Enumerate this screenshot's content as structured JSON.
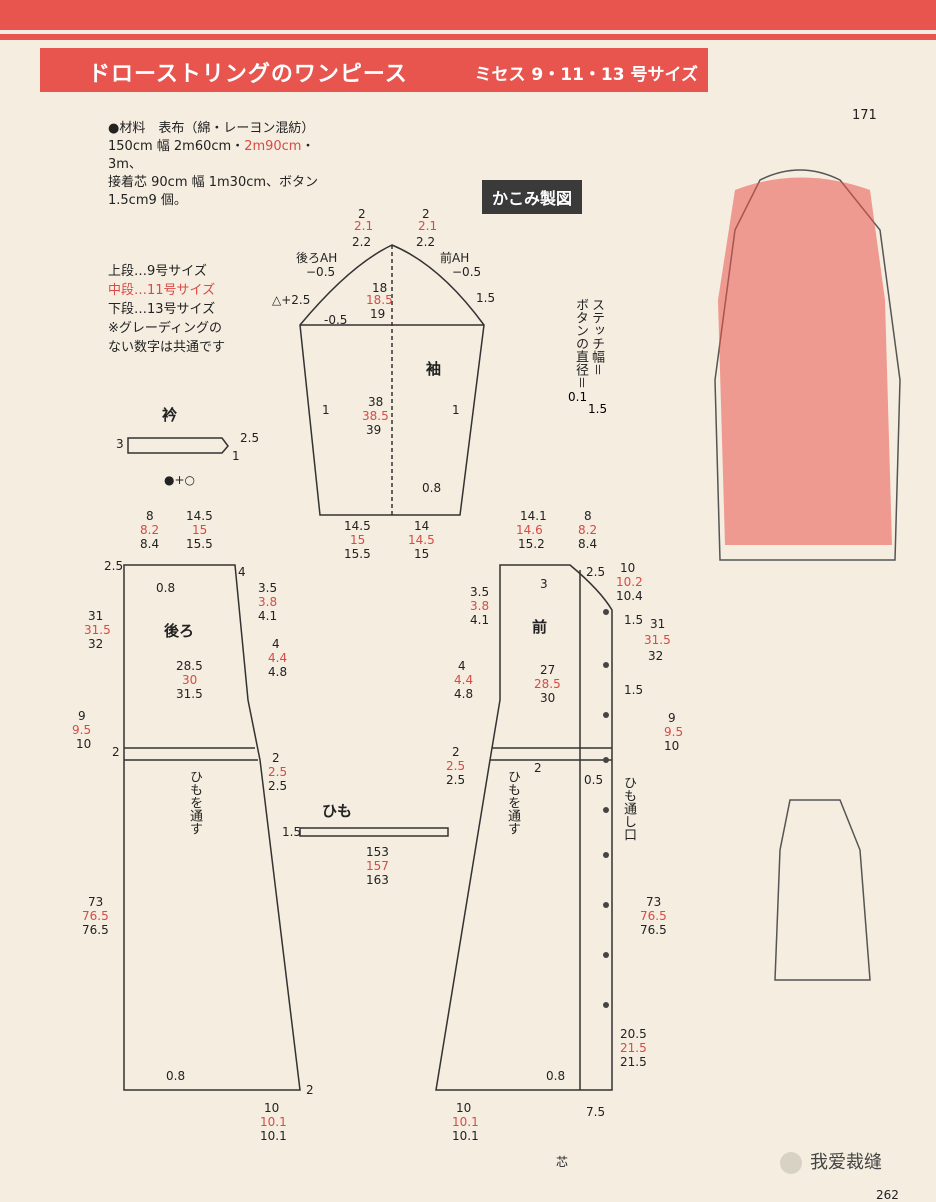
{
  "header": {
    "title": "ドローストリングのワンピース",
    "sizes": "ミセス 9・11・13 号サイズ"
  },
  "page_number": "171",
  "footer_page": "262",
  "materials": {
    "line1": "●材料　表布（綿・レーヨン混紡）",
    "line2a": "150cm 幅 2m60cm・",
    "line2b": "2m90cm",
    "line2c": "・3m、",
    "line3": "接着芯 90cm 幅 1m30cm、ボタン",
    "line4": "1.5cm9 個。"
  },
  "legend": {
    "l1": "上段…9号サイズ",
    "l2": "中段…11号サイズ",
    "l3": "下段…13号サイズ",
    "l4": "※グレーディングの",
    "l5": "ない数字は共通です"
  },
  "section_label": "かこみ製図",
  "button_note": {
    "col1": "ボタンの直径＝",
    "col2": "ステッチ幅＝",
    "v1": "0.1",
    "v2": "1.5"
  },
  "pieces": {
    "sleeve": "袖",
    "collar": "衿",
    "back": "後ろ",
    "front": "前",
    "string": "ひも",
    "through_back": "ひもを通す",
    "through_front": "ひもを通す",
    "opening": "ひも通し口",
    "interfacing": "芯",
    "back_ah": "後ろAH",
    "front_ah": "前AH"
  },
  "measures": {
    "sl_top_a": "2",
    "sl_top_b": "2.1",
    "sl_top_c": "2.2",
    "m05": "−0.5",
    "m025": "△+2.5",
    "m15": "1.5",
    "m05b": "-0.5",
    "sl_h1": "18",
    "sl_h2": "18.5",
    "sl_h3": "19",
    "sl_l1": "38",
    "sl_l2": "38.5",
    "sl_l3": "39",
    "one": "1",
    "o08": "0.8",
    "sl_bw1": "14.5",
    "sl_bw2": "15",
    "sl_bw3": "15.5",
    "sl_bf1": "14",
    "sl_bf2": "14.5",
    "sl_bf3": "15",
    "c3": "3",
    "c25": "2.5",
    "c1": "1",
    "csym": "●+○",
    "b8": "8",
    "b82": "8.2",
    "b84": "8.4",
    "b145": "14.5",
    "b15": "15",
    "b155": "15.5",
    "b25": "2.5",
    "b4": "4",
    "b08": "0.8",
    "b31": "31",
    "b315": "31.5",
    "b32": "32",
    "b35": "3.5",
    "b38": "3.8",
    "b41": "4.1",
    "b44": "4.4",
    "b48": "4.8",
    "b285": "28.5",
    "b30": "30",
    "b315w": "31.5",
    "b9": "9",
    "b95": "9.5",
    "b10": "10",
    "b2": "2",
    "b73": "73",
    "b765": "76.5",
    "b765b": "76.5",
    "b101": "10.1",
    "b101b": "10.1",
    "f141": "14.1",
    "f146": "14.6",
    "f152": "15.2",
    "f102": "10.2",
    "f104": "10.4",
    "f27": "27",
    "f285": "28.5",
    "f30": "30",
    "f05": "0.5",
    "f205": "20.5",
    "f215": "21.5",
    "f215b": "21.5",
    "f75": "7.5",
    "s153": "153",
    "s157": "157",
    "s163": "163",
    "s15": "1.5"
  },
  "colors": {
    "accent": "#e8554f",
    "red_text": "#d94a44"
  }
}
